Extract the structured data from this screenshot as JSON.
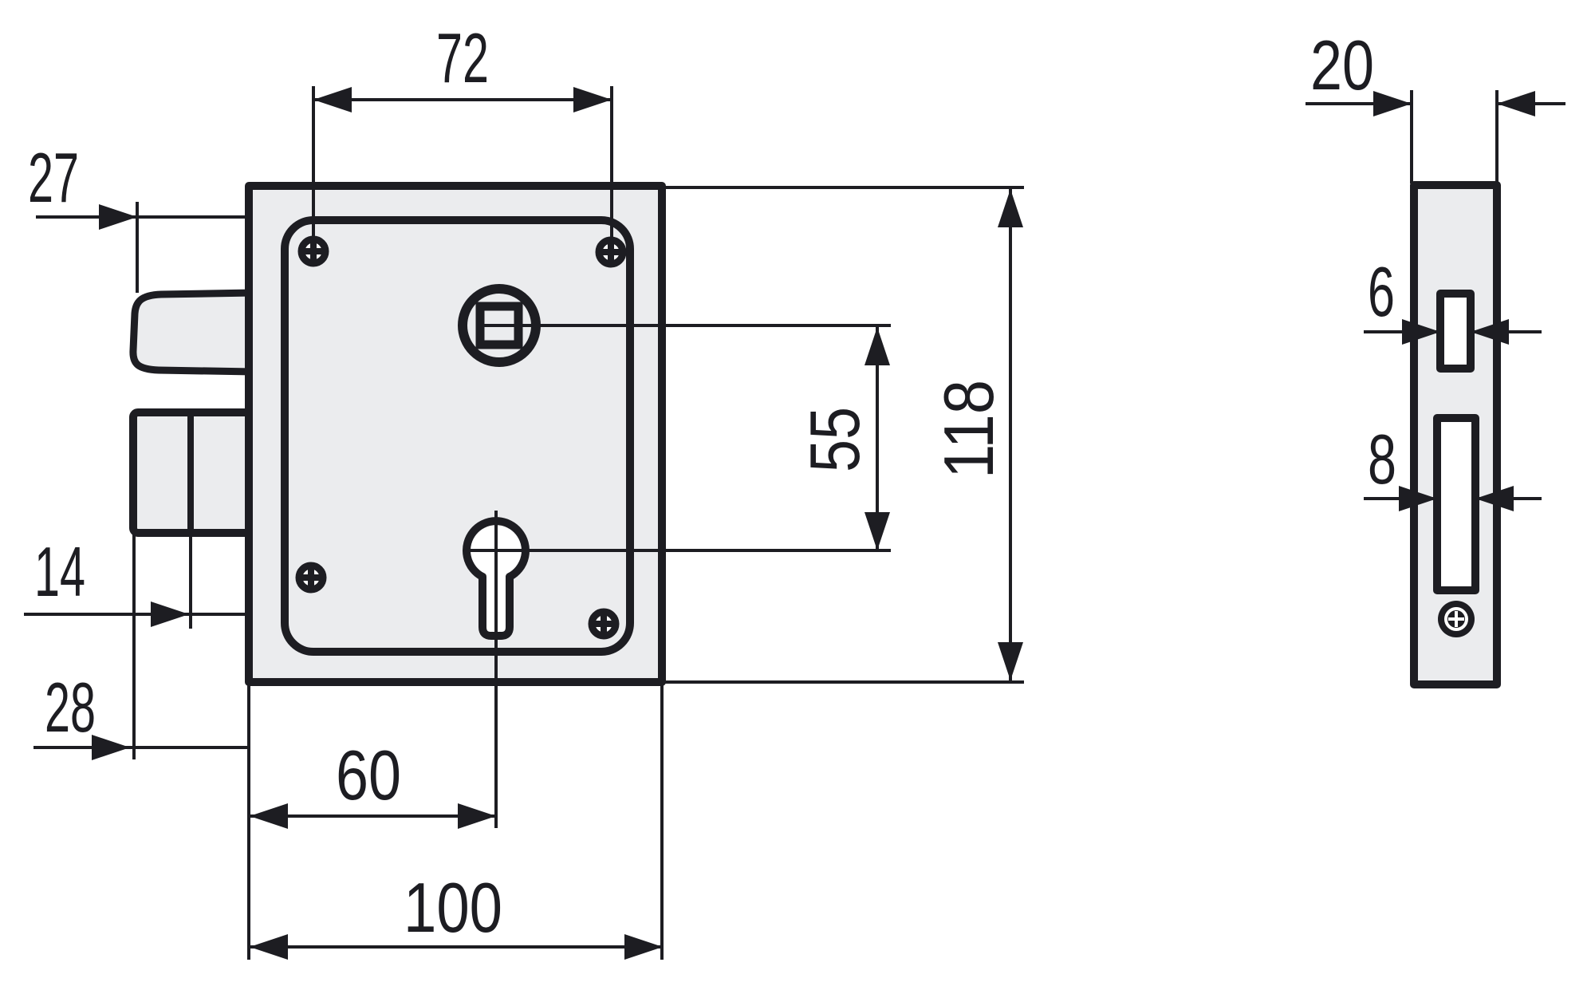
{
  "colors": {
    "ink": "#1d1d22",
    "metal_fill": "#ebecee",
    "hole_fill": "#ffffff",
    "background": "#ffffff"
  },
  "front_view": {
    "dim_hole_spacing": "72",
    "dim_latch_projection": "27",
    "dim_case_height": "118",
    "dim_axis_distance": "55",
    "dim_deadbolt_throw": "14",
    "dim_deadbolt_projection": "28",
    "dim_backset": "60",
    "dim_case_width": "100"
  },
  "side_view": {
    "dim_case_depth": "20",
    "dim_follower_slot_width": "6",
    "dim_cylinder_slot_width": "8"
  }
}
